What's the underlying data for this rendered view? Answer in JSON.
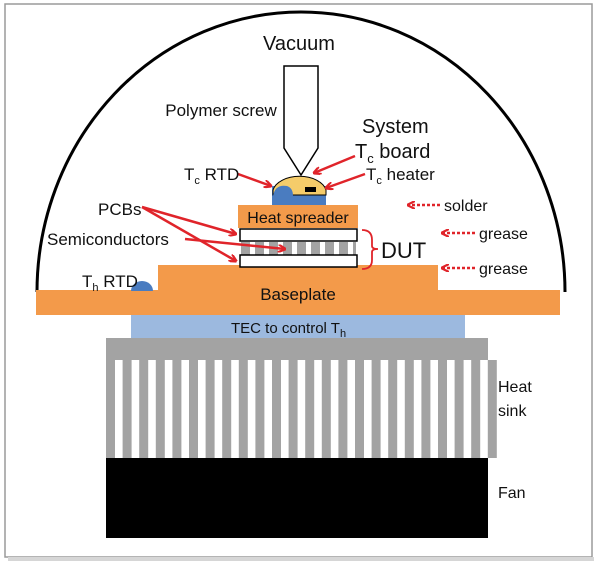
{
  "labels": {
    "vacuum": "Vacuum",
    "polymer_screw": "Polymer screw",
    "system_line1": "System",
    "system_tc_T": "T",
    "system_tc_sub": "c",
    "system_board": " board",
    "tc_rtd_T": "T",
    "tc_rtd_sub": "c",
    "tc_rtd_rest": " RTD",
    "tc_heater_T": "T",
    "tc_heater_sub": "c",
    "tc_heater_rest": " heater",
    "pcbs": "PCBs",
    "semiconductors": "Semiconductors",
    "heat_spreader": "Heat spreader",
    "dut": "DUT",
    "solder": "solder",
    "grease1": "grease",
    "grease2": "grease",
    "th_rtd_T": "T",
    "th_rtd_sub": "h",
    "th_rtd_rest": " RTD",
    "baseplate": "Baseplate",
    "tec_text": "TEC to control T",
    "tec_sub": "h",
    "heat_sink_line1": "Heat",
    "heat_sink_line2": "sink",
    "fan": "Fan"
  },
  "colors": {
    "orange": "#f39a4a",
    "blue_tec": "#9cb9df",
    "blue_sensor": "#4a7cc0",
    "yellow": "#f5cc6a",
    "gray": "#a3a3a3",
    "arrow_red": "#e0242a",
    "fan_black": "#000000"
  }
}
